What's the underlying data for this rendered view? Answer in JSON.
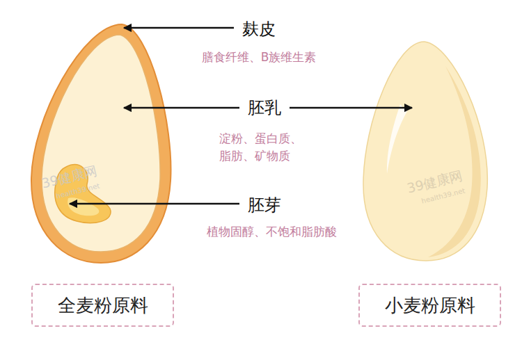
{
  "diagram": {
    "nodes": [
      {
        "text": [
          "全麦粉原料"
        ]
      },
      {
        "text": [
          "小麦粉原料"
        ]
      }
    ],
    "labels": [
      "麸皮",
      "膳食纤维、B族维生素",
      "胚乳",
      "淀粉、蛋白质、 脂肪、矿物质",
      "胚芽",
      "植物固醇、不饱和脂肪酸",
      "39健康网",
      "health39.net",
      "39健康网",
      "health39.net"
    ]
  }
}
